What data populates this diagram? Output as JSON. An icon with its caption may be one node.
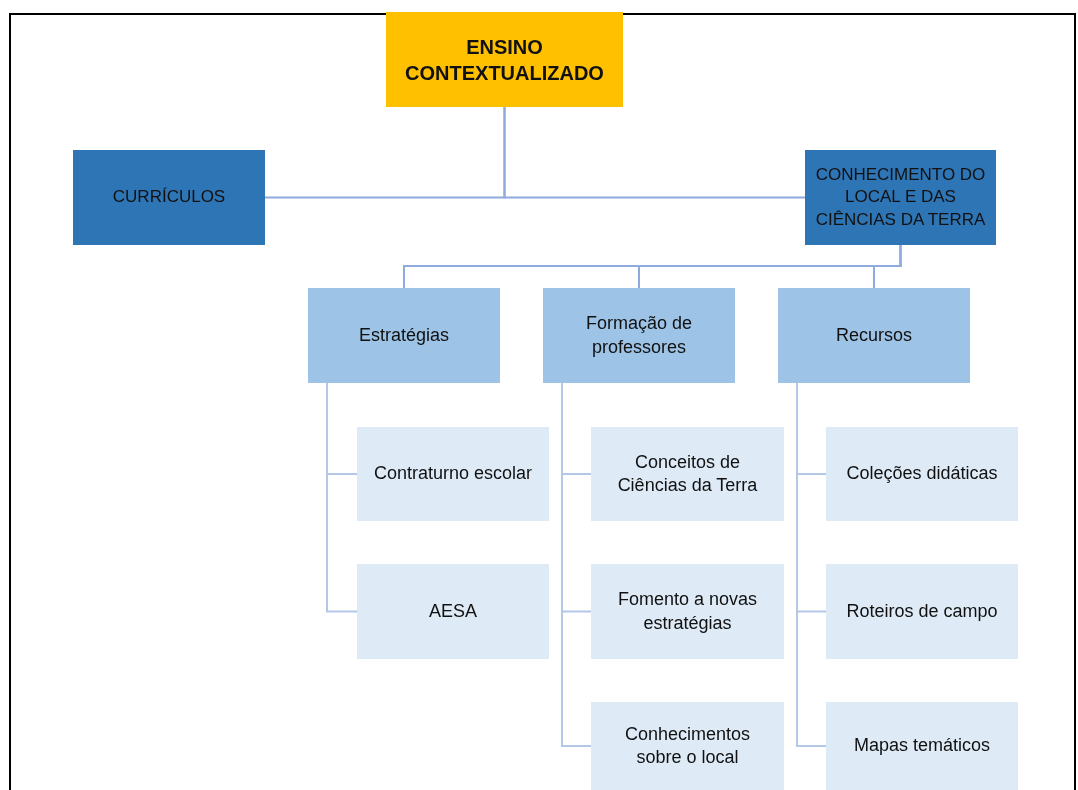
{
  "diagram": {
    "nodes": [
      {
        "text": [
          "ENSINO CONTEXTUALIZADO"
        ]
      },
      {
        "text": [
          "CURRÍCULOS"
        ]
      },
      {
        "text": [
          "CONHECIMENTO DO LOCAL E DAS CIÊNCIAS DA TERRA"
        ]
      },
      {
        "text": [
          "Estratégias"
        ]
      },
      {
        "text": [
          "Formação de professores"
        ]
      },
      {
        "text": [
          "Recursos"
        ]
      },
      {
        "text": [
          "Contraturno escolar"
        ]
      },
      {
        "text": [
          "AESA"
        ]
      },
      {
        "text": [
          "Conceitos de Ciências da Terra"
        ]
      },
      {
        "text": [
          "Fomento a novas estratégias"
        ]
      },
      {
        "text": [
          "Conhecimentos sobre o local"
        ]
      },
      {
        "text": [
          "Coleções didáticas"
        ]
      },
      {
        "text": [
          "Roteiros de campo"
        ]
      },
      {
        "text": [
          "Mapas temáticos"
        ]
      }
    ],
    "edges": [
      {
        "from": 0,
        "to": 1,
        "arrow": "none"
      },
      {
        "from": 0,
        "to": 2,
        "arrow": "none"
      },
      {
        "from": 2,
        "to": 3,
        "arrow": "none"
      },
      {
        "from": 2,
        "to": 4,
        "arrow": "none"
      },
      {
        "from": 2,
        "to": 5,
        "arrow": "none"
      },
      {
        "from": 3,
        "to": 6,
        "arrow": "none"
      },
      {
        "from": 3,
        "to": 7,
        "arrow": "none"
      },
      {
        "from": 4,
        "to": 8,
        "arrow": "none"
      },
      {
        "from": 4,
        "to": 9,
        "arrow": "none"
      },
      {
        "from": 4,
        "to": 10,
        "arrow": "none"
      },
      {
        "from": 5,
        "to": 11,
        "arrow": "none"
      },
      {
        "from": 5,
        "to": 12,
        "arrow": "none"
      },
      {
        "from": 5,
        "to": 13,
        "arrow": "none"
      }
    ]
  }
}
